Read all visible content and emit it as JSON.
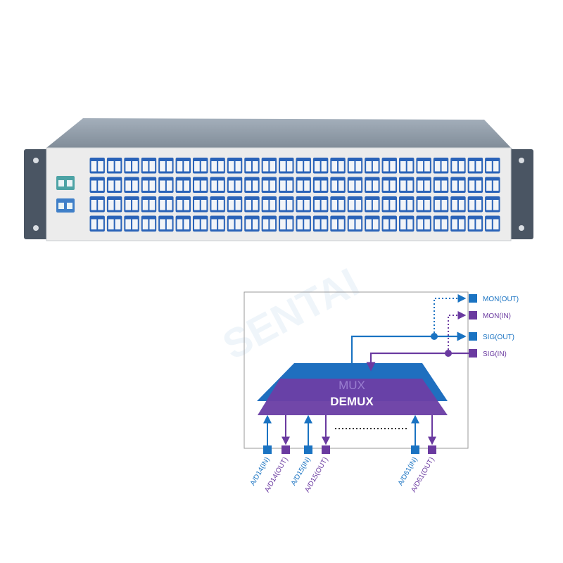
{
  "colors": {
    "blue": "#1a73c2",
    "purple": "#6a3aa0",
    "mux_blue": "#1f6fbf",
    "demux_purple": "#6b3fa5",
    "chassis": "#8e9aa6",
    "panel": "#ececec",
    "bracket": "#4a5563",
    "adapter": "#2a63b8"
  },
  "product": {
    "watermark": "SENTAI",
    "adapter_columns": 24,
    "adapter_rows": 4
  },
  "diagram": {
    "mux_label": "MUX",
    "demux_label": "DEMUX",
    "right_ports": [
      {
        "label": "MON(OUT)",
        "color": "blue",
        "line": "dotted"
      },
      {
        "label": "MON(IN)",
        "color": "purple",
        "line": "dotted"
      },
      {
        "label": "SIG(OUT)",
        "color": "blue",
        "line": "solid"
      },
      {
        "label": "SIG(IN)",
        "color": "purple",
        "line": "solid"
      }
    ],
    "bottom_ports": [
      {
        "label": "A/D14(IN)",
        "color": "blue",
        "dir": "up"
      },
      {
        "label": "A/D14(OUT)",
        "color": "purple",
        "dir": "down"
      },
      {
        "label": "A/D15(IN)",
        "color": "blue",
        "dir": "up"
      },
      {
        "label": "A/D15(OUT)",
        "color": "purple",
        "dir": "down"
      },
      {
        "label": "A/D61(IN)",
        "color": "blue",
        "dir": "up"
      },
      {
        "label": "A/D61(OUT)",
        "color": "purple",
        "dir": "down"
      }
    ]
  }
}
